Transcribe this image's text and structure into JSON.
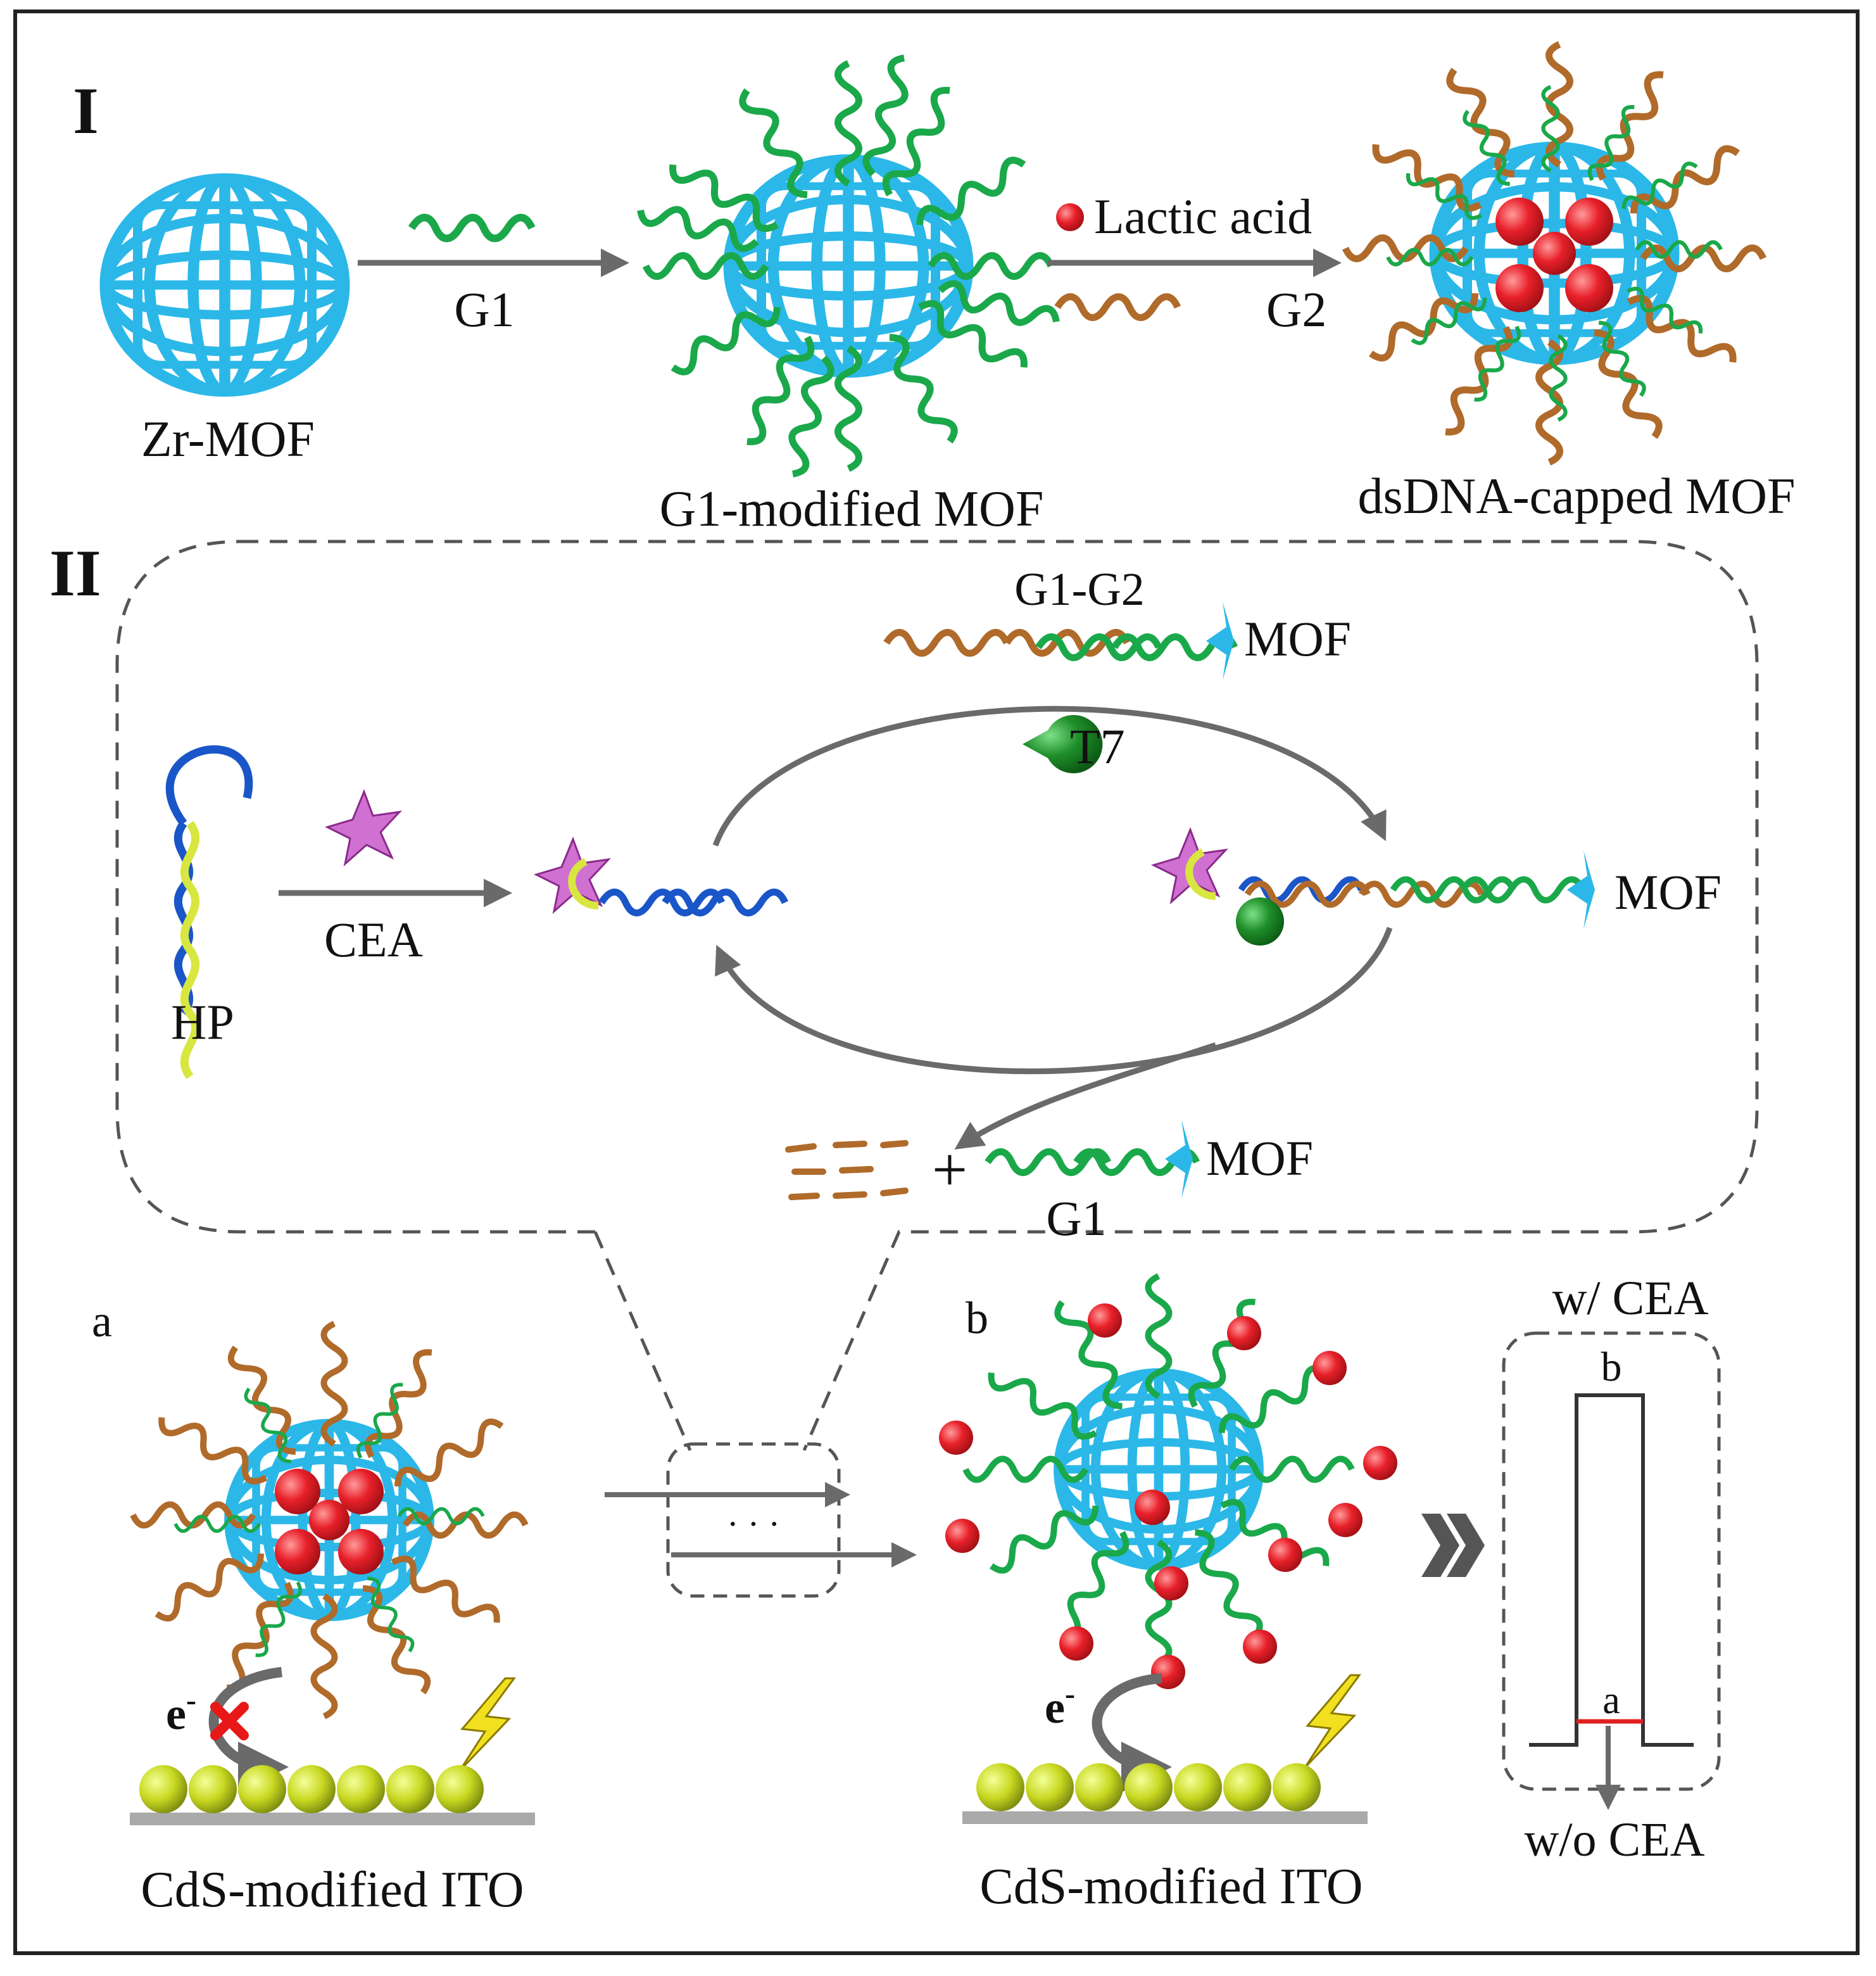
{
  "section_labels": {
    "one": "I",
    "two": "II"
  },
  "part1": {
    "zr_mof": "Zr-MOF",
    "g1": "G1",
    "g1_modified": "G1-modified MOF",
    "lactic_acid": "Lactic acid",
    "g2": "G2",
    "dsdna_capped": "dsDNA-capped MOF"
  },
  "part2": {
    "g1g2": "G1-G2",
    "mof_top": "MOF",
    "t7": "T7",
    "hp": "HP",
    "cea": "CEA",
    "mof_right": "MOF",
    "plus": "+",
    "mof_bottom": "MOF",
    "g1_bottom": "G1"
  },
  "bottom": {
    "label_a": "a",
    "label_b": "b",
    "electron_a": "e",
    "electron_b": "e",
    "electron_sup": "-",
    "cds_a": "CdS-modified ITO",
    "cds_b": "CdS-modified ITO",
    "dots": "· · ·",
    "with_cea": "w/ CEA",
    "without_cea": "w/o CEA",
    "peak_b": "b",
    "peak_a": "a"
  },
  "colors": {
    "mof": "#2bb8e8",
    "g1_strand": "#1aa84a",
    "g2_strand": "#b06a2a",
    "hp_blue": "#1a56c8",
    "hp_yellow": "#d8e640",
    "cea_star": "#d070d0",
    "t7": "#1f8f2a",
    "lactic": "#e8202a",
    "cds": "#c8d820",
    "ito": "#aaaaaa",
    "arrow": "#6a6a6a",
    "signal_low": "#e02020",
    "bolt": "#f0e020"
  }
}
